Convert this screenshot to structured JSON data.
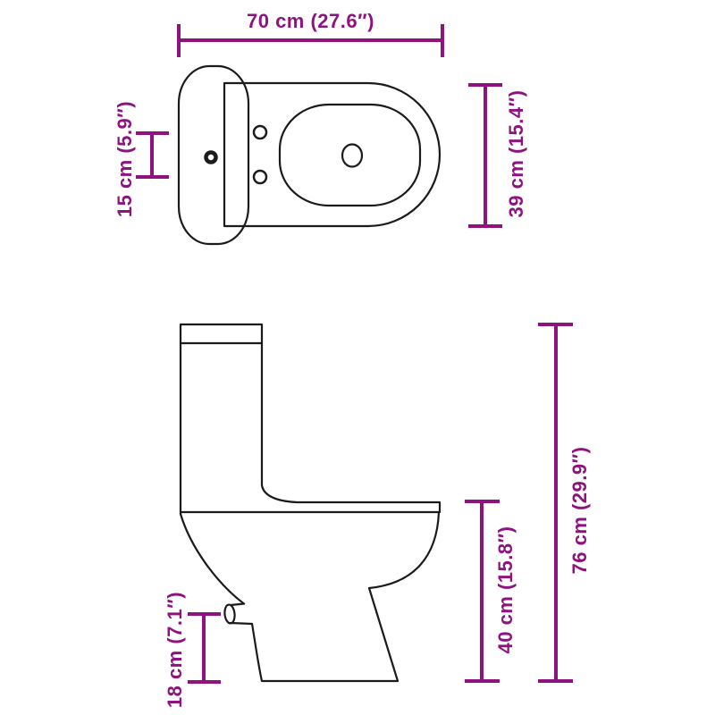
{
  "diagram": {
    "subject": "toilet-dimension-diagram",
    "accent_color": "#8e137f",
    "outline_color": "#1b1b1b",
    "background_color": "#ffffff",
    "dimensions": {
      "width": {
        "label": "70 cm (27.6″)"
      },
      "hinge_spacing": {
        "label": "15 cm (5.9″)"
      },
      "depth": {
        "label": "39 cm (15.4″)"
      },
      "outlet_height": {
        "label": "18 cm (7.1″)"
      },
      "seat_height": {
        "label": "40 cm (15.8″)"
      },
      "total_height": {
        "label": "76 cm (29.9″)"
      }
    }
  }
}
